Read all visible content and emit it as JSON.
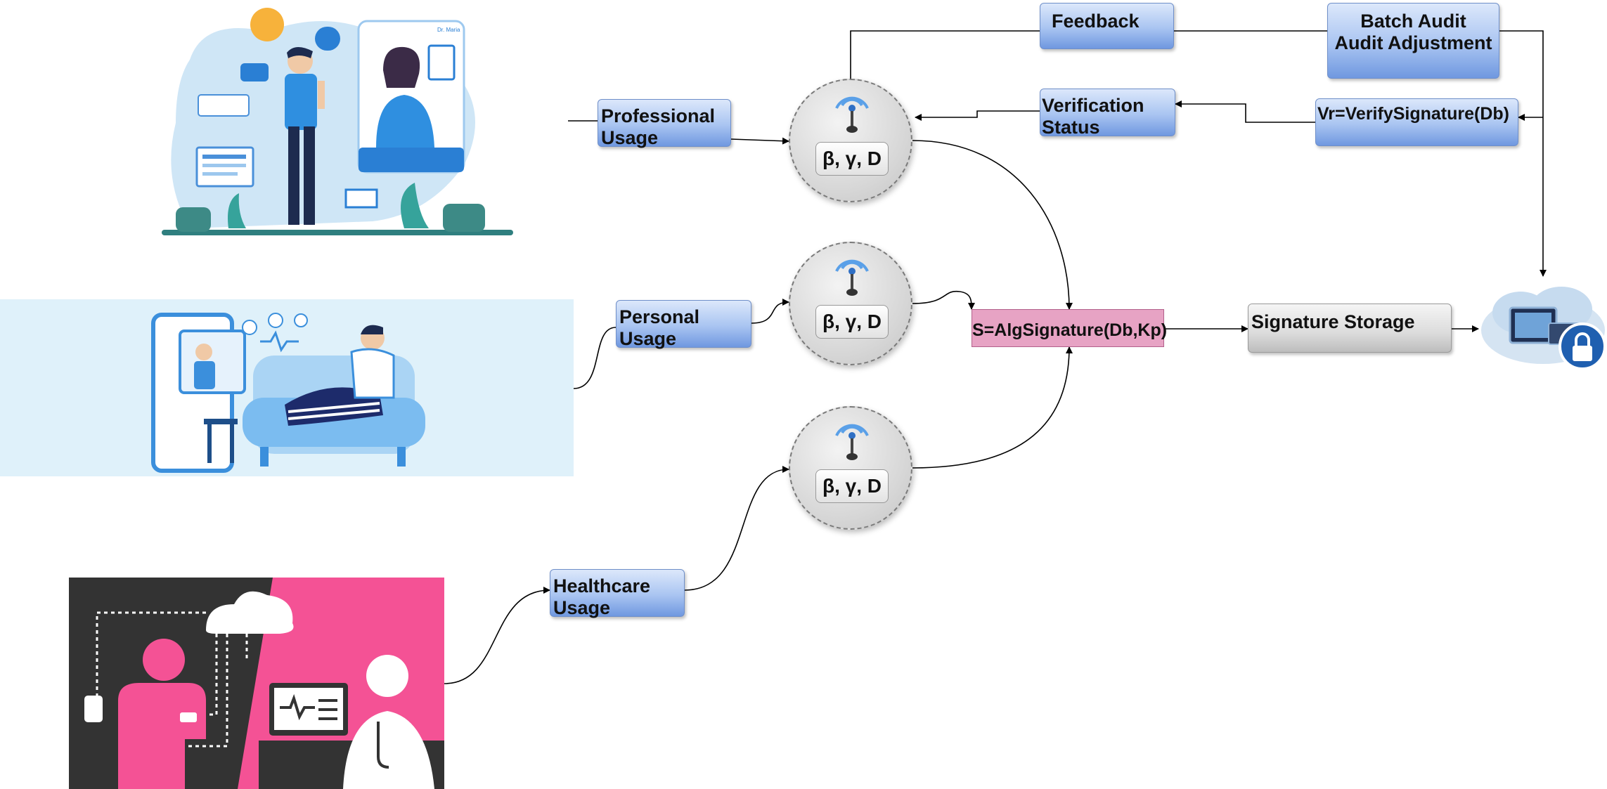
{
  "usage_boxes": {
    "professional": [
      "Professional",
      "Usage"
    ],
    "personal": [
      "Personal",
      "Usage"
    ],
    "healthcare": [
      "Healthcare",
      "Usage"
    ]
  },
  "sensor_label": "β, γ, D",
  "feedback": "Feedback",
  "batch_audit": [
    "Batch Audit",
    "Audit  Adjustment"
  ],
  "verification_status": [
    "Verification",
    "Status"
  ],
  "verify_signature": "Vr=VerifySignature(Db)",
  "alg_signature": "S=AlgSignature(Db,Kp)",
  "signature_storage": "Signature Storage",
  "illustrations": {
    "telehealth_doctor_title": "Dr. Maria"
  },
  "colors": {
    "box_blue": "#a9c4f1",
    "signature_pink": "#e7a3c4",
    "storage_gray": "#dcdcdc",
    "healthcare_pink": "#f45295"
  }
}
